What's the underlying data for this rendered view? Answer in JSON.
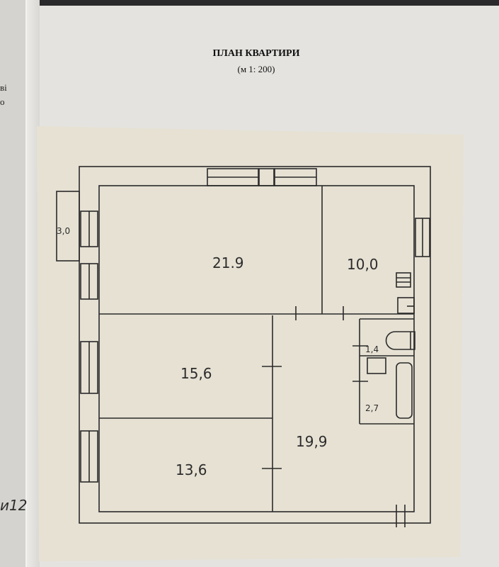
{
  "document": {
    "title": "ПЛАН КВАРТИРИ",
    "scale": "(м 1: 200)",
    "left_page_fragments": [
      "ві",
      "о"
    ],
    "handwritten_note": "и12"
  },
  "rooms": [
    {
      "id": "living",
      "area": "21.9"
    },
    {
      "id": "kitchen",
      "area": "10,0"
    },
    {
      "id": "bedroom-1",
      "area": "15,6"
    },
    {
      "id": "bedroom-2",
      "area": "13,6"
    },
    {
      "id": "hall",
      "area": "19,9"
    },
    {
      "id": "toilet",
      "area": "1,4"
    },
    {
      "id": "bathroom",
      "area": "2,7"
    },
    {
      "id": "balcony",
      "area": "3,0"
    }
  ]
}
